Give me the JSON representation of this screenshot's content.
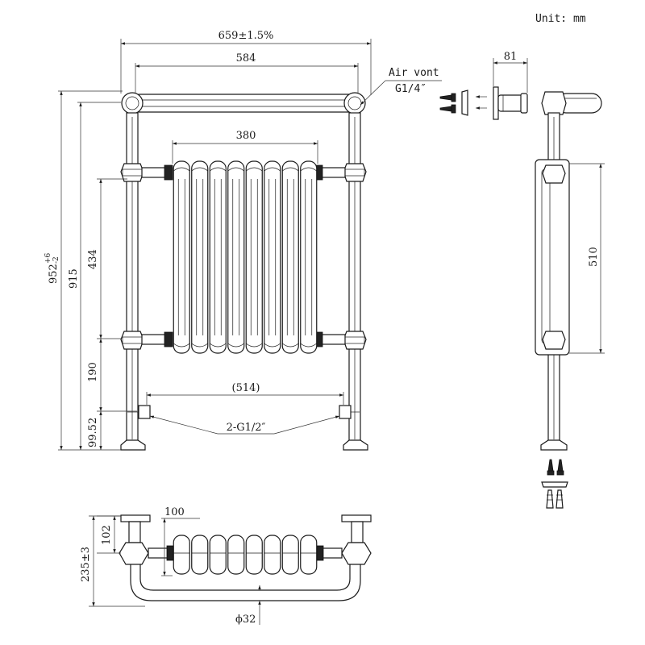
{
  "unit_label": "Unit: mm",
  "dimensions": {
    "overall_width": "659±1.5%",
    "rail_width": "584",
    "radiator_width": "380",
    "valve_spacing": "(514)",
    "total_height_main": "952",
    "total_height_tol_upper": "+6",
    "total_height_tol_lower": "-2",
    "height_915": "915",
    "height_434": "434",
    "height_190": "190",
    "height_99_52": "99.52",
    "side_depth_81": "81",
    "side_height_510": "510",
    "plan_depth": "235±3",
    "plan_102": "102",
    "plan_100": "100",
    "tube_diameter": "ϕ32"
  },
  "callouts": {
    "air_vent_line1": "Air vont",
    "air_vent_line2": "G1/4″",
    "valve_connection": "2-G1/2″"
  }
}
